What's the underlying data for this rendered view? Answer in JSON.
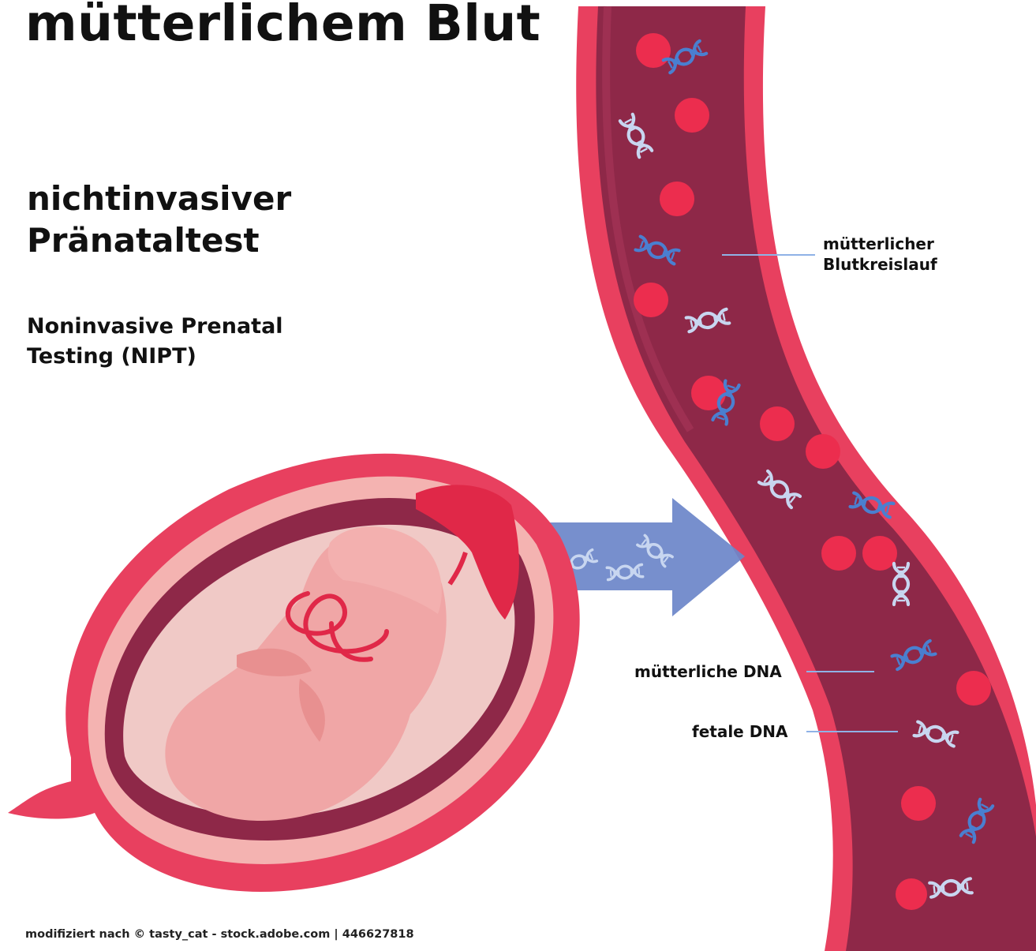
{
  "title": "mütterlichem Blut",
  "subtitle": {
    "line1": "nichtinvasiver",
    "line2": "Pränataltest"
  },
  "english": {
    "line1": "Noninvasive Prenatal",
    "line2": "Testing (NIPT)"
  },
  "labels": {
    "maternal_circulation": {
      "line1": "mütterlicher",
      "line2": "Blutkreislauf"
    },
    "maternal_dna": "mütterliche DNA",
    "fetal_dna": "fetale DNA"
  },
  "credit": "modifiziert nach © tasty_cat - stock.adobe.com | 446627818",
  "colors": {
    "vessel_outer": "#e8405f",
    "vessel_inner": "#8e2848",
    "blood_cell": "#ec2d4e",
    "maternal_dna": "#4a7fd0",
    "fetal_dna": "#c8d6f0",
    "arrow": "#6b86c9",
    "uterus": "#e8405f",
    "fetus": "#f0a6a6",
    "placenta": "#e02848",
    "leader_line": "#8fb2e6"
  }
}
